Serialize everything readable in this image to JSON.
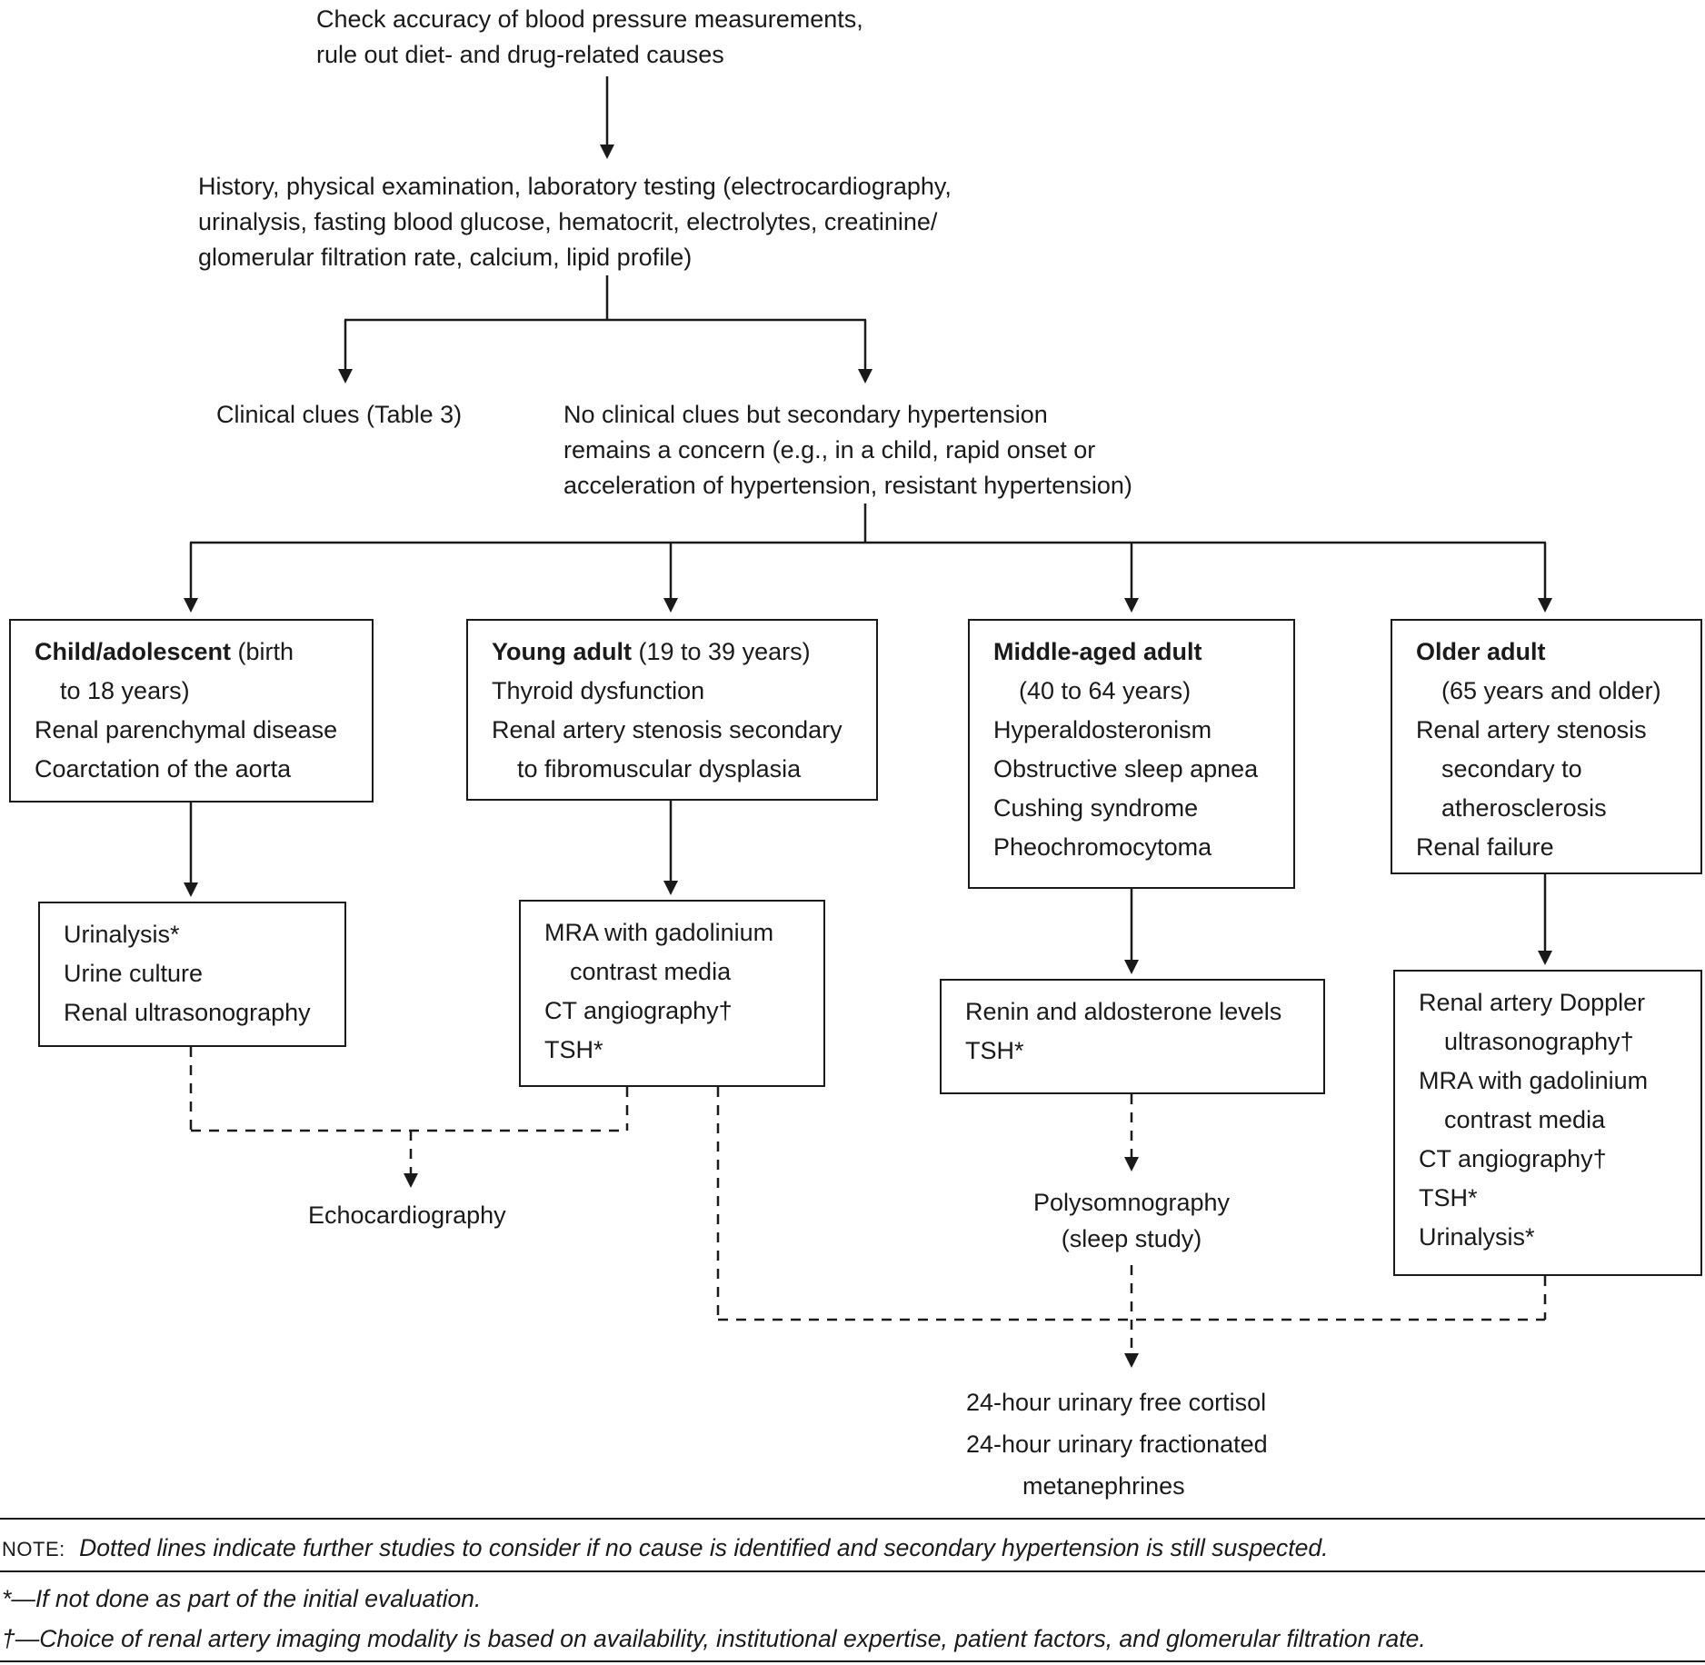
{
  "flow": {
    "step1_line1": "Check accuracy of blood pressure measurements,",
    "step1_line2": "rule out diet- and drug-related causes",
    "step2_line1": "History, physical examination, laboratory testing (electrocardiography,",
    "step2_line2": "urinalysis, fasting blood glucose, hematocrit, electrolytes, creatinine/",
    "step2_line3": "glomerular filtration rate, calcium, lipid profile)",
    "clinical_clues": "Clinical clues (Table 3)",
    "no_clues_line1": "No clinical clues but secondary hypertension",
    "no_clues_line2": "remains a concern (e.g., in a child, rapid onset or",
    "no_clues_line3": "acceleration of hypertension, resistant hypertension)"
  },
  "age_groups": {
    "child": {
      "title": "Child/adolescent",
      "title_rest": " (birth",
      "subtitle": "to 18 years)",
      "item1": "Renal parenchymal disease",
      "item2": "Coarctation of the aorta"
    },
    "young": {
      "title": "Young adult",
      "title_rest": " (19 to 39 years)",
      "item1": "Thyroid dysfunction",
      "item2": "Renal artery stenosis secondary",
      "item2b": "to fibromuscular dysplasia"
    },
    "middle": {
      "title": "Middle-aged adult",
      "subtitle": "(40 to 64 years)",
      "item1": "Hyperaldosteronism",
      "item2": "Obstructive sleep apnea",
      "item3": "Cushing syndrome",
      "item4": "Pheochromocytoma"
    },
    "older": {
      "title": "Older adult",
      "subtitle": "(65 years and older)",
      "item1": "Renal artery stenosis",
      "item1b": "secondary to",
      "item1c": "atherosclerosis",
      "item2": "Renal failure"
    }
  },
  "tests": {
    "child": {
      "item1": "Urinalysis*",
      "item2": "Urine culture",
      "item3": "Renal ultrasonography"
    },
    "young": {
      "item1": "MRA with gadolinium",
      "item1b": "contrast media",
      "item2": "CT angiography†",
      "item3": "TSH*"
    },
    "middle": {
      "item1": "Renin and aldosterone levels",
      "item2": "TSH*"
    },
    "older": {
      "item1": "Renal artery Doppler",
      "item1b": "ultrasonography†",
      "item2": "MRA with gadolinium",
      "item2b": "contrast media",
      "item3": "CT angiography†",
      "item4": "TSH*",
      "item5": "Urinalysis*"
    }
  },
  "further": {
    "echo": "Echocardiography",
    "sleep_line1": "Polysomnography",
    "sleep_line2": "(sleep study)",
    "urinary_line1": "24-hour urinary free cortisol",
    "urinary_line2": "24-hour urinary fractionated",
    "urinary_line3": "metanephrines"
  },
  "notes": {
    "note_label": "NOTE:",
    "note_text": "Dotted lines indicate further studies to consider if no cause is identified and secondary hypertension is still suspected.",
    "footnote_star": "*—If not done as part of the initial evaluation.",
    "footnote_dagger": "†—Choice of renal artery imaging modality is based on availability, institutional expertise, patient factors, and glomerular filtration rate."
  }
}
